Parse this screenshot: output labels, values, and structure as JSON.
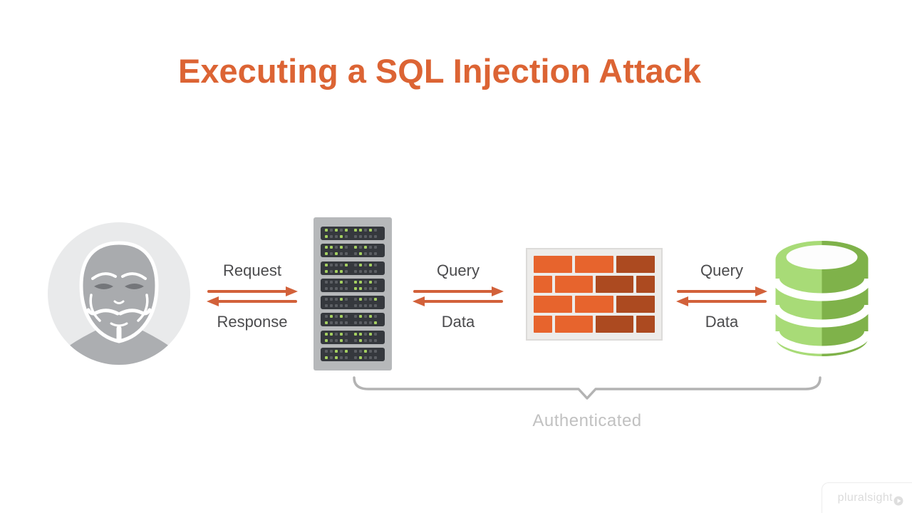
{
  "slide": {
    "title": "Executing a SQL Injection Attack"
  },
  "flow": {
    "attacker_server": {
      "top_label": "Request",
      "bottom_label": "Response"
    },
    "server_firewall": {
      "top_label": "Query",
      "bottom_label": "Data"
    },
    "firewall_database": {
      "top_label": "Query",
      "bottom_label": "Data"
    }
  },
  "nodes": {
    "attacker": {
      "icon": "hacker-mask-icon"
    },
    "server": {
      "icon": "server-rack-icon",
      "lights": [
        "gxgxgggxgxgxxgxxxxxx",
        "ggxgxgxgxxgxgxxxgxxx",
        "gxxxgxgxgxgxggxxxxxx",
        "xxxgxggxgxxxxxxggxxx",
        "xxxgxxgxxgxxxxxxxxxx",
        "xgxgxxgxgxgxxxxxxxxg",
        "ggxgxggxgxgxxgxxgxxx",
        "xxgxgxxgxxgxgxxxgxxx"
      ]
    },
    "firewall": {
      "icon": "firewall-brick-icon",
      "rows": [
        [
          {
            "w": 2,
            "c": "o"
          },
          {
            "w": 2,
            "c": "o"
          },
          {
            "w": 2,
            "c": "d"
          }
        ],
        [
          {
            "w": 1,
            "c": "o"
          },
          {
            "w": 2,
            "c": "o"
          },
          {
            "w": 2,
            "c": "d"
          },
          {
            "w": 1,
            "c": "d"
          }
        ],
        [
          {
            "w": 2,
            "c": "o"
          },
          {
            "w": 2,
            "c": "o"
          },
          {
            "w": 2,
            "c": "d"
          }
        ],
        [
          {
            "w": 1,
            "c": "o"
          },
          {
            "w": 2,
            "c": "o"
          },
          {
            "w": 2,
            "c": "d"
          },
          {
            "w": 1,
            "c": "d"
          }
        ]
      ]
    },
    "database": {
      "icon": "database-cylinder-icon"
    }
  },
  "annotation": {
    "label": "Authenticated"
  },
  "branding": {
    "logo_text": "pluralsight",
    "logo_icon": "play-icon"
  },
  "colors": {
    "title_orange": "#DC6434",
    "arrow_orange": "#D2613A",
    "label_gray": "#4B4B4D",
    "brick_orange": "#E7642D",
    "brick_dark": "#AC4A20",
    "server_body": "#B6B8BA",
    "server_slot": "#35383D",
    "led_green": "#A4CF60",
    "db_green_light": "#A8DB77",
    "db_green_dark": "#7FB24A",
    "brace_gray": "#B3B3B3",
    "annotation_gray": "#C1C1C1",
    "logo_gray": "#DBDBDB"
  }
}
